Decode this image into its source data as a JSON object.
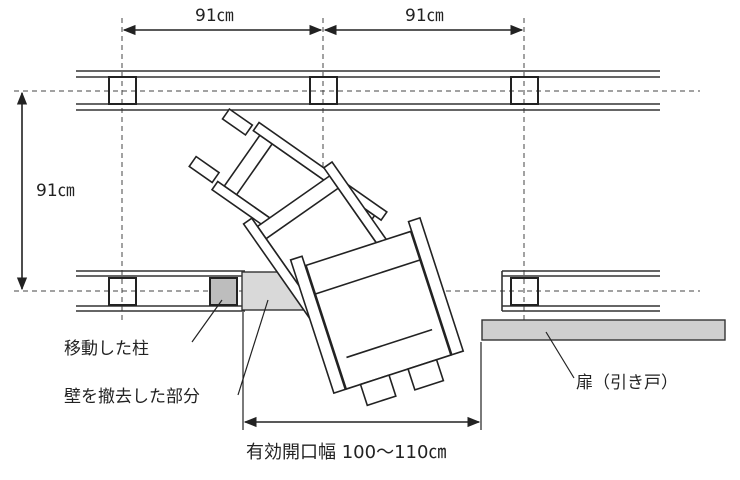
{
  "diagram": {
    "dimensions": {
      "top_left": "91㎝",
      "top_right": "91㎝",
      "left_vertical": "91㎝",
      "opening_width": "有効開口幅 100〜110㎝"
    },
    "labels": {
      "moved_post": "移動した柱",
      "removed_wall": "壁を撤去した部分",
      "door": "扉（引き戸）"
    },
    "colors": {
      "removed_wall_fill": "#d9d9d9",
      "moved_post_fill": "#bdbdbd",
      "door_fill": "#cfcfcf",
      "line": "#222222"
    }
  }
}
